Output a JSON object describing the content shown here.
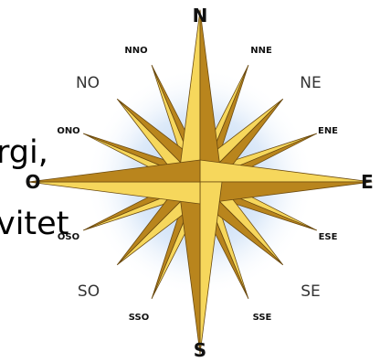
{
  "background_text": {
    "line1": "rgi,",
    "line2": "vitet"
  },
  "compass": {
    "north": "N",
    "south": "S",
    "east": "E",
    "west": "O",
    "northeast": "NE",
    "northwest": "NO",
    "southeast": "SE",
    "southwest": "SO",
    "north_northeast": "NNE",
    "north_northwest": "NNO",
    "east_northeast": "ENE",
    "west_northwest": "ONO",
    "east_southeast": "ESE",
    "west_southwest": "OSO",
    "south_southeast": "SSE",
    "south_southwest": "SSO"
  },
  "colors": {
    "point_light": "#f6d75c",
    "point_dark": "#b9851d",
    "outline": "#6b4a10",
    "glow": "#9cc3ee"
  },
  "icon": "compass-rose-icon"
}
